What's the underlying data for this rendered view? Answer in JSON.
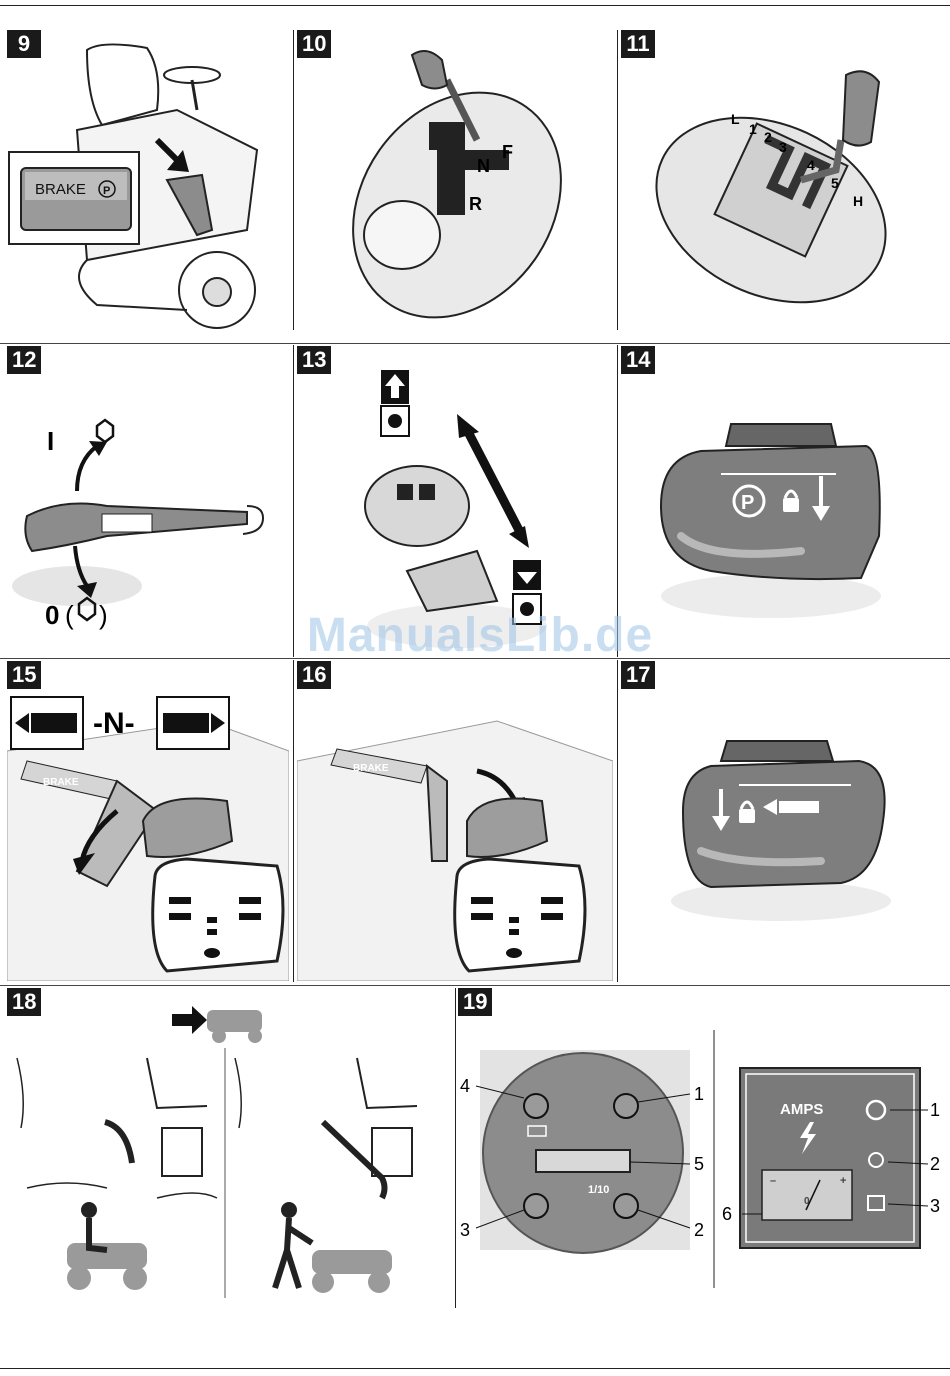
{
  "panels": [
    {
      "id": "9",
      "labels": {
        "brake": "BRAKE",
        "p": "P"
      }
    },
    {
      "id": "10",
      "labels": {
        "f": "F",
        "n": "N",
        "r": "R"
      }
    },
    {
      "id": "11",
      "labels": {
        "l": "L",
        "g1": "1",
        "g2": "2",
        "g3": "3",
        "g4": "4",
        "g5": "5",
        "h": "H"
      }
    },
    {
      "id": "12",
      "labels": {
        "on": "I",
        "off": "0"
      }
    },
    {
      "id": "13"
    },
    {
      "id": "14",
      "labels": {
        "p": "P"
      }
    },
    {
      "id": "15",
      "labels": {
        "neutral": "-N-",
        "brake": "BRAKE"
      }
    },
    {
      "id": "16",
      "labels": {
        "brake": "BRAKE"
      }
    },
    {
      "id": "17"
    },
    {
      "id": "18"
    },
    {
      "id": "19",
      "gauge": {
        "fraction": "1/10",
        "callouts": [
          "1",
          "2",
          "3",
          "4",
          "5"
        ]
      },
      "ammeter": {
        "title": "AMPS",
        "callouts": [
          "1",
          "2",
          "3",
          "6"
        ],
        "minus": "–",
        "plus": "+",
        "zero": "0"
      }
    }
  ],
  "watermark": "ManualsLib.de",
  "colors": {
    "ink": "#1a1a1a",
    "grey": "#8c8c8c",
    "light": "#d9d9d9",
    "watermark": "#9fc4e6"
  }
}
